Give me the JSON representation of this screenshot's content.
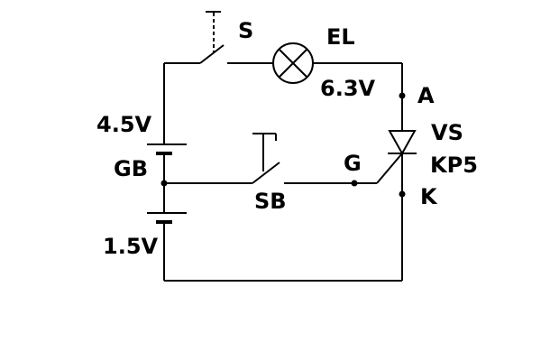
{
  "labels": {
    "switch_s": "S",
    "lamp": "EL",
    "lamp_voltage": "6.3V",
    "anode": "A",
    "thyristor": "VS",
    "thyristor_model": "KP5",
    "cathode": "K",
    "gate": "G",
    "button": "SB",
    "battery_upper_voltage": "4.5V",
    "battery": "GB",
    "battery_lower_voltage": "1.5V"
  }
}
